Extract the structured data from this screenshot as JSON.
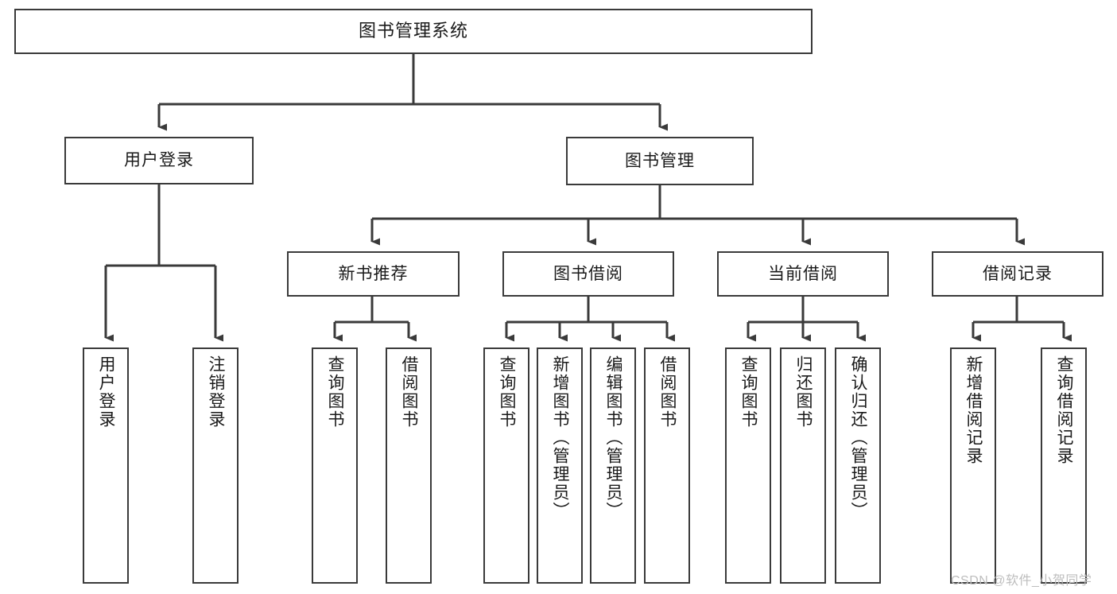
{
  "diagram": {
    "title": "图书管理系统",
    "type": "tree-hierarchy",
    "watermark": "CSDN @软件_小贺同学",
    "colors": {
      "stroke": "#3a3a3a",
      "fill": "#ffffff",
      "text": "#1a1a1a",
      "watermark": "#bdbdbd"
    },
    "nodes": {
      "root": {
        "label": "图书管理系统",
        "orientation": "horizontal"
      },
      "level2": [
        {
          "label": "用户登录",
          "orientation": "horizontal"
        },
        {
          "label": "图书管理",
          "orientation": "horizontal"
        }
      ],
      "level3": [
        {
          "label": "新书推荐",
          "orientation": "horizontal"
        },
        {
          "label": "图书借阅",
          "orientation": "horizontal"
        },
        {
          "label": "当前借阅",
          "orientation": "horizontal"
        },
        {
          "label": "借阅记录",
          "orientation": "horizontal"
        }
      ],
      "leaves": {
        "user_login": [
          {
            "label": "用户登录",
            "orientation": "vertical"
          },
          {
            "label": "注销登录",
            "orientation": "vertical"
          }
        ],
        "new_book_recommend": [
          {
            "label": "查询图书",
            "orientation": "vertical"
          },
          {
            "label": "借阅图书",
            "orientation": "vertical"
          }
        ],
        "book_borrow": [
          {
            "label": "查询图书",
            "orientation": "vertical"
          },
          {
            "label": "新增图书（管理员）",
            "orientation": "vertical"
          },
          {
            "label": "编辑图书（管理员）",
            "orientation": "vertical"
          },
          {
            "label": "借阅图书",
            "orientation": "vertical"
          }
        ],
        "current_borrow": [
          {
            "label": "查询图书",
            "orientation": "vertical"
          },
          {
            "label": "归还图书",
            "orientation": "vertical"
          },
          {
            "label": "确认归还（管理员）",
            "orientation": "vertical"
          }
        ],
        "borrow_record": [
          {
            "label": "新增借阅记录",
            "orientation": "vertical"
          },
          {
            "label": "查询借阅记录",
            "orientation": "vertical"
          }
        ]
      }
    },
    "edges": [
      {
        "from": "图书管理系统",
        "to": "用户登录"
      },
      {
        "from": "图书管理系统",
        "to": "图书管理"
      },
      {
        "from": "图书管理",
        "to": "新书推荐"
      },
      {
        "from": "图书管理",
        "to": "图书借阅"
      },
      {
        "from": "图书管理",
        "to": "当前借阅"
      },
      {
        "from": "图书管理",
        "to": "借阅记录"
      },
      {
        "from": "用户登录",
        "to": "用户登录"
      },
      {
        "from": "用户登录",
        "to": "注销登录"
      },
      {
        "from": "新书推荐",
        "to": "查询图书"
      },
      {
        "from": "新书推荐",
        "to": "借阅图书"
      },
      {
        "from": "图书借阅",
        "to": "查询图书"
      },
      {
        "from": "图书借阅",
        "to": "新增图书（管理员）"
      },
      {
        "from": "图书借阅",
        "to": "编辑图书（管理员）"
      },
      {
        "from": "图书借阅",
        "to": "借阅图书"
      },
      {
        "from": "当前借阅",
        "to": "查询图书"
      },
      {
        "from": "当前借阅",
        "to": "归还图书"
      },
      {
        "from": "当前借阅",
        "to": "确认归还（管理员）"
      },
      {
        "from": "借阅记录",
        "to": "新增借阅记录"
      },
      {
        "from": "借阅记录",
        "to": "查询借阅记录"
      }
    ]
  }
}
